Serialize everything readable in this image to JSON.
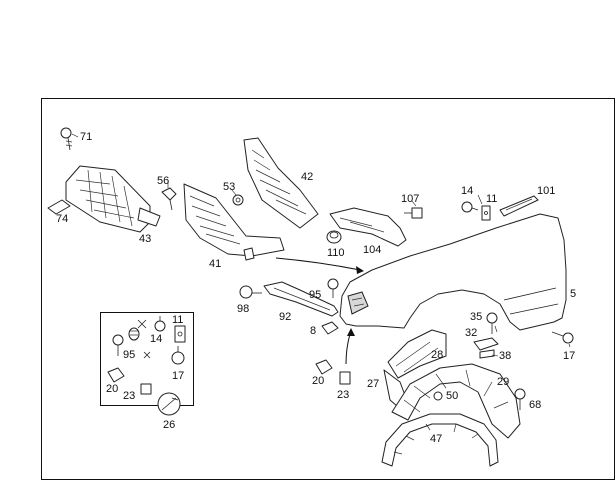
{
  "diagram": {
    "callouts": {
      "c71": "71",
      "c74": "74",
      "c43": "43",
      "c56": "56",
      "c53": "53",
      "c41": "41",
      "c42": "42",
      "c107": "107",
      "c110": "110",
      "c104": "104",
      "c14a": "14",
      "c11a": "11",
      "c101": "101",
      "c95a": "95",
      "c98": "98",
      "c92": "92",
      "c8": "8",
      "c5": "5",
      "c35": "35",
      "c32": "32",
      "c38": "38",
      "c17a": "17",
      "c11b": "11",
      "c14b": "14",
      "c95b": "95",
      "c17b": "17",
      "c20a": "20",
      "c23a": "23",
      "c26": "26",
      "c20b": "20",
      "c23b": "23",
      "c28": "28",
      "c27": "27",
      "c29": "29",
      "c50": "50",
      "c68": "68",
      "c47": "47"
    }
  }
}
